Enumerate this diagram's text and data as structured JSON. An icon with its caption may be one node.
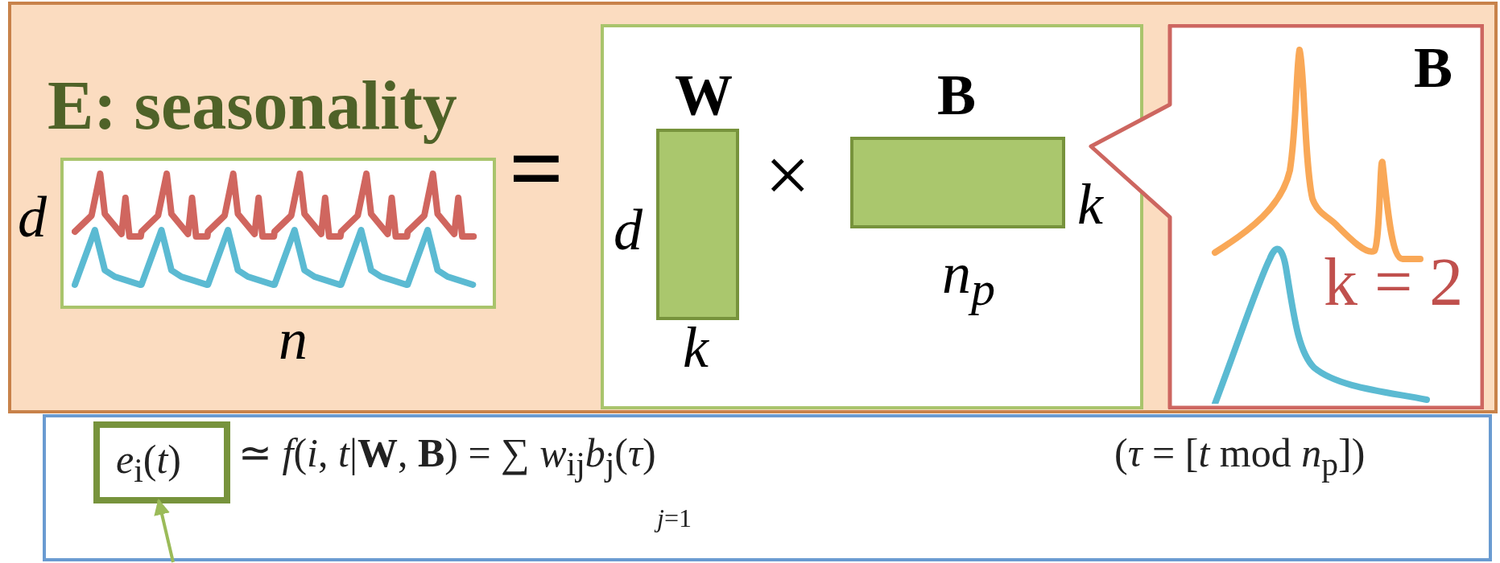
{
  "diagram": {
    "nodes": [
      {
        "text": [
          "E: seasonality"
        ]
      },
      {
        "text": [],
        "shape": "picture",
        "beside": [
          "d",
          "n"
        ],
        "in": 0
      },
      {
        "text": [],
        "shape": "box",
        "in": 0
      },
      {
        "text": [
          "W"
        ],
        "beside": [
          "d",
          "k"
        ],
        "in": 2
      },
      {
        "text": [
          "B"
        ],
        "beside": [
          "k",
          "n$_{p}$"
        ],
        "in": 2
      },
      {
        "text": [
          "B",
          "k = 2"
        ],
        "in": 0
      },
      {
        "text": [
          "≃ *f*(*i*, *t*|**W**, **B**) = ∑ *w*$_{ij}$*b*$_{j}$(*τ*)",
          "*j*=1",
          "(*τ* = [*t*  mod *n*$_{p}$])"
        ]
      },
      {
        "text": [
          "*e*$_{i}$(*t*)"
        ],
        "in": 6
      }
    ],
    "edges": [
      {
        "from": null,
        "to": 7,
        "arrow": "to"
      }
    ],
    "labels": [
      "=",
      "×"
    ]
  }
}
